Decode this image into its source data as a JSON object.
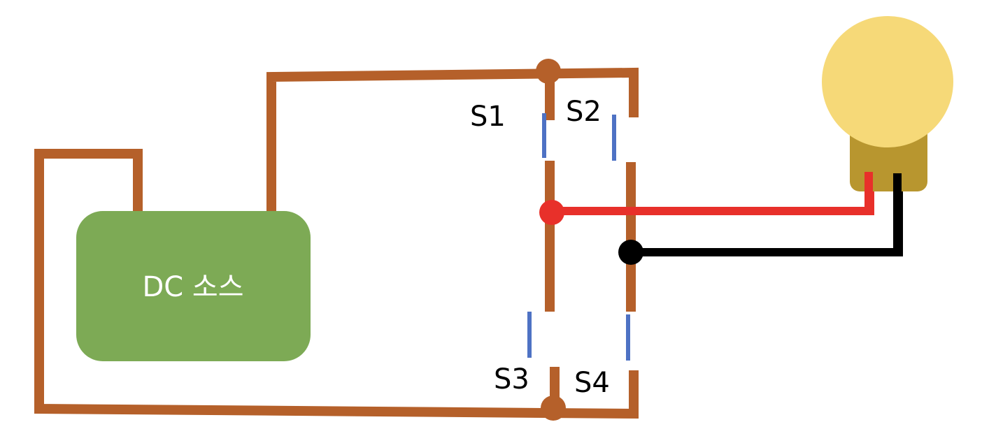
{
  "source": {
    "label": "DC 소스"
  },
  "switches": [
    {
      "id": "S1",
      "label": "S1"
    },
    {
      "id": "S2",
      "label": "S2"
    },
    {
      "id": "S3",
      "label": "S3"
    },
    {
      "id": "S4",
      "label": "S4"
    }
  ],
  "colors": {
    "wire": "#B5602A",
    "switch_blade": "#4E72C4",
    "positive_wire": "#E8302A",
    "negative_wire": "#000000",
    "source_fill": "#7DAA55",
    "source_text": "#FFFFFF",
    "bulb_glass": "#F6D978",
    "bulb_base": "#B8962F"
  }
}
